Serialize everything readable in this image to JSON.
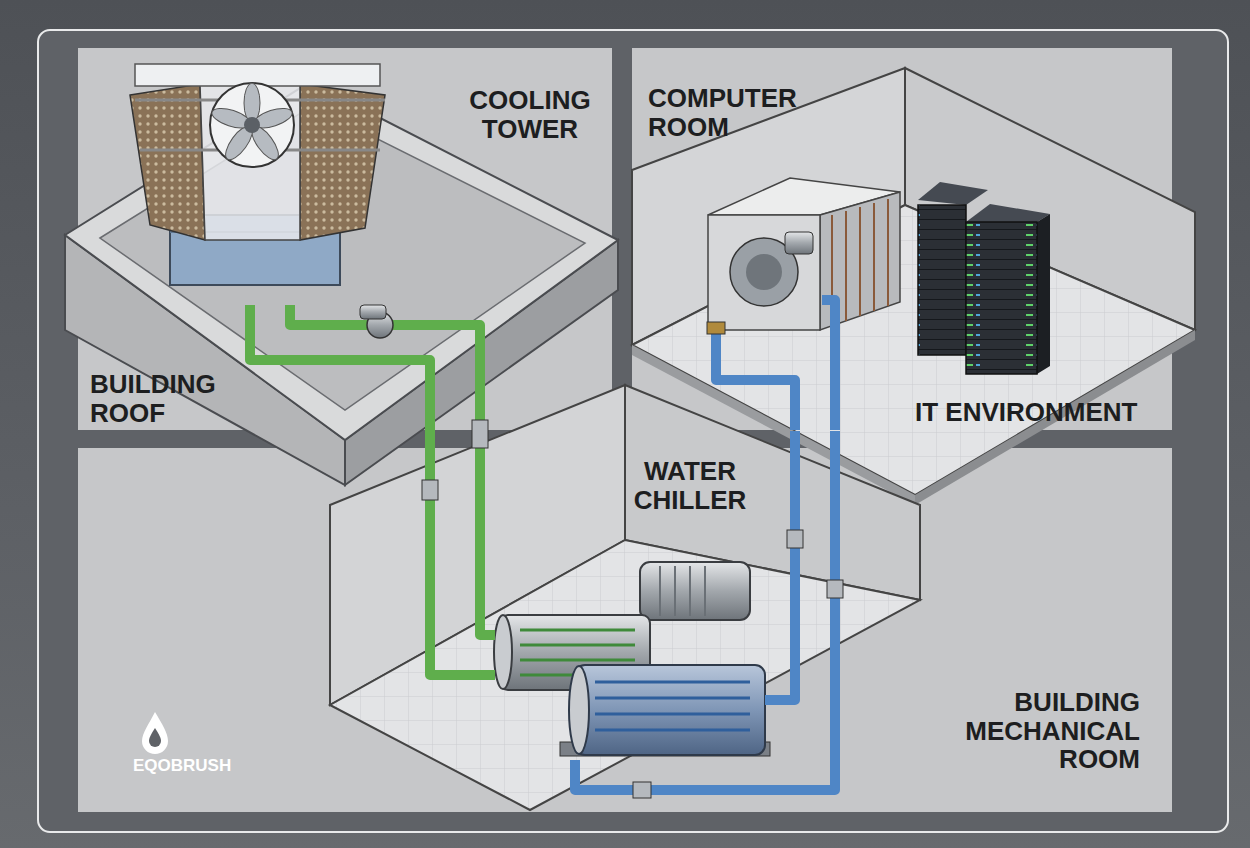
{
  "diagram": {
    "nodes": [
      {
        "text": [
          "BUILDING ROOF"
        ]
      },
      {
        "text": [
          "COOLING TOWER"
        ],
        "in": 0
      },
      {
        "text": [
          "COMPUTER ROOM",
          "IT ENVIRONMENT"
        ]
      },
      {
        "text": [
          "BUILDING MECHANICAL ROOM"
        ]
      },
      {
        "text": [
          "WATER CHILLER"
        ],
        "in": 3
      }
    ],
    "edges": [
      {
        "from": 1,
        "to": 4,
        "arrow": "none"
      },
      {
        "from": 1,
        "to": 4,
        "arrow": "none"
      },
      {
        "from": 4,
        "to": 2,
        "arrow": "none"
      },
      {
        "from": 4,
        "to": 2,
        "arrow": "none"
      }
    ],
    "labels": [
      "EQOBRUSH"
    ]
  }
}
